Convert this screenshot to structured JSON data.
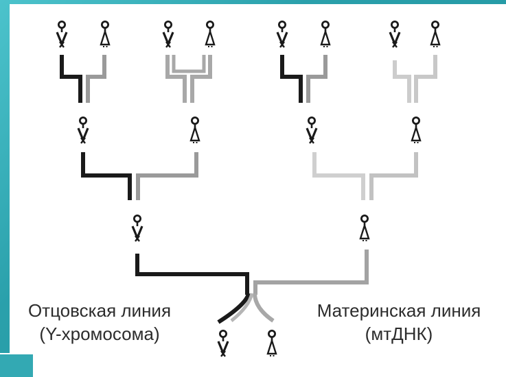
{
  "paternal_line": {
    "label": "Отцовская линия",
    "sublabel": "(Y-хромосома)"
  },
  "maternal_line": {
    "label": "Материнская линия",
    "sublabel": "(мтДНК)"
  },
  "colors": {
    "background": "#2fa7b1",
    "panel": "#ffffff",
    "paternal": "#1a1a1a",
    "maternal_mid": "#9a9a9a",
    "maternal_light": "#c8c8c8",
    "figure": "#1a1a1a"
  },
  "icons": [
    "male-figure-icon",
    "female-figure-icon"
  ]
}
